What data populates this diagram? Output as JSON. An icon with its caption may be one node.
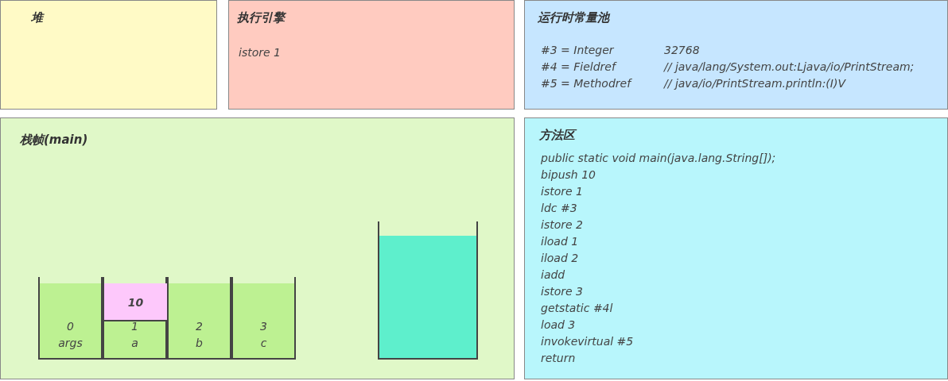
{
  "diagram": {
    "nodes": [
      {
        "text": [
          "堆"
        ]
      },
      {
        "text": [
          "执行引擎",
          "istore 1"
        ]
      },
      {
        "text": [
          "运行时常量池",
          "#3 = Integer",
          "32768",
          "#4 = Fieldref",
          "// java/lang/System.out:Ljava/io/PrintStream;",
          "#5 = Methodref",
          "// java/io/PrintStream.println:(I)V"
        ]
      },
      {
        "text": [
          "栈帧(main)"
        ]
      },
      {
        "text": [
          "0",
          "args"
        ],
        "in": 3
      },
      {
        "text": [
          "1",
          "a"
        ],
        "in": 3
      },
      {
        "text": [
          "10"
        ],
        "in": 5
      },
      {
        "text": [
          "2",
          "b"
        ],
        "in": 3
      },
      {
        "text": [
          "3",
          "c"
        ],
        "in": 3
      },
      {
        "text": [],
        "shape": "box",
        "in": 3
      },
      {
        "text": [
          "方法区",
          "public static void main(java.lang.String[]);",
          "bipush 10",
          "istore 1",
          "ldc #3",
          "istore 2",
          "iload 1",
          "iload 2",
          "iadd",
          "istore 3",
          "getstatic #4l",
          "load 3",
          "invokevirtual #5",
          "return"
        ]
      }
    ]
  }
}
